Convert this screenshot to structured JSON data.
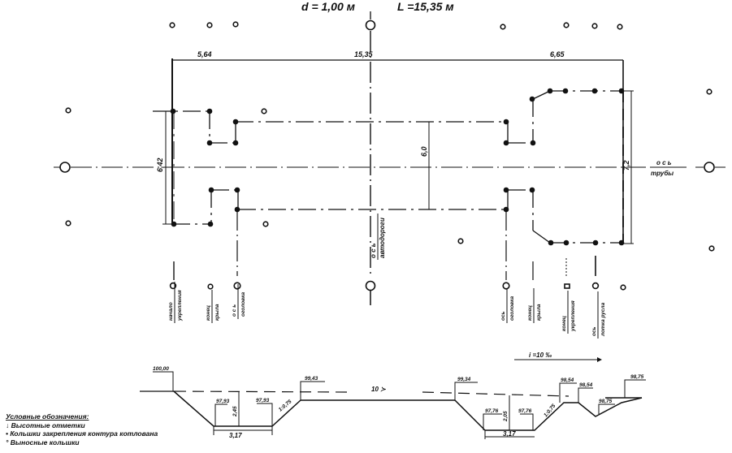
{
  "header": {
    "diameter": "d = 1,00 м",
    "length": "L =15,35 м"
  },
  "plan": {
    "dimensions": {
      "left_offset": "5,64",
      "total_length": "15,35",
      "right_offset": "6,65",
      "left_width": "6,42",
      "center_width": "6,0",
      "right_width": "7,2"
    },
    "pipe_axis_label": {
      "top": "о с ь",
      "bottom": "трубы"
    },
    "road_axis_label": {
      "top": "о с ь",
      "bottom": "автодороги"
    },
    "callouts": [
      {
        "top": "начало",
        "bottom": "укрепления"
      },
      {
        "top": "конец",
        "bottom": "крыла"
      },
      {
        "top": "о с ь",
        "bottom": "оголовка"
      },
      {
        "top": "ось",
        "bottom": "оголовка"
      },
      {
        "top": "конец",
        "bottom": "крыла"
      },
      {
        "top": "конец",
        "bottom": "укрепления"
      },
      {
        "top": "ось",
        "bottom": "лотка русла"
      }
    ]
  },
  "profile": {
    "slope": "i =10 ‰",
    "flow_label": "10 ≻",
    "elevations": {
      "left_ground": "100,00",
      "left_bottom_1": "97,93",
      "left_bottom_2": "97,93",
      "left_top_right": "99,43",
      "right_top": "99,34",
      "right_bottom_1": "97,76",
      "right_bottom_2": "97,76",
      "right_bank_1": "98,54",
      "right_bank_2": "98,54",
      "right_ditch": "98,75",
      "right_end": "98,75"
    },
    "depths": {
      "left": "2,45",
      "right": "2,05"
    },
    "bottom_widths": {
      "left": "3,17",
      "right": "3,17"
    },
    "slope_ratio": {
      "left": "1:0,75",
      "right": "1:0,75"
    }
  },
  "legend": {
    "title": "Условные обозначения:",
    "items": [
      {
        "icon": "elevation-mark-icon",
        "symbol": "↓",
        "label": "Высотные отметки"
      },
      {
        "icon": "stake-dot-icon",
        "symbol": "•",
        "label": "Кольшки закрепления  контура котлована"
      },
      {
        "icon": "offset-peg-icon",
        "symbol": "°",
        "label": "Выносные кольшки"
      }
    ]
  }
}
